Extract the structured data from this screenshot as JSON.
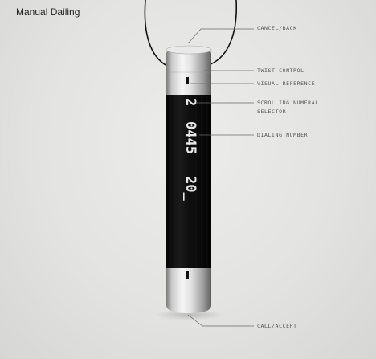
{
  "title": "Manual Dailing",
  "labels": {
    "cancel": "CANCEL/BACK",
    "twist": "TWIST CONTROL",
    "visual": "VISUAL REFERENCE",
    "scroll_line1": "SCROLLING NUMERAL",
    "scroll_line2": "SELECTOR",
    "dialing": "DIALING NUMBER",
    "call": "CALL/ACCEPT"
  },
  "display": {
    "selector_digit": "2",
    "number_line1": "0445",
    "number_line2": "20_"
  },
  "colors": {
    "body": "#0e0e0e",
    "metal_light": "#f4f4f4",
    "metal_dark": "#6f6f6f",
    "display_text": "#e8e8e8",
    "leader": "#6a6a6a"
  }
}
